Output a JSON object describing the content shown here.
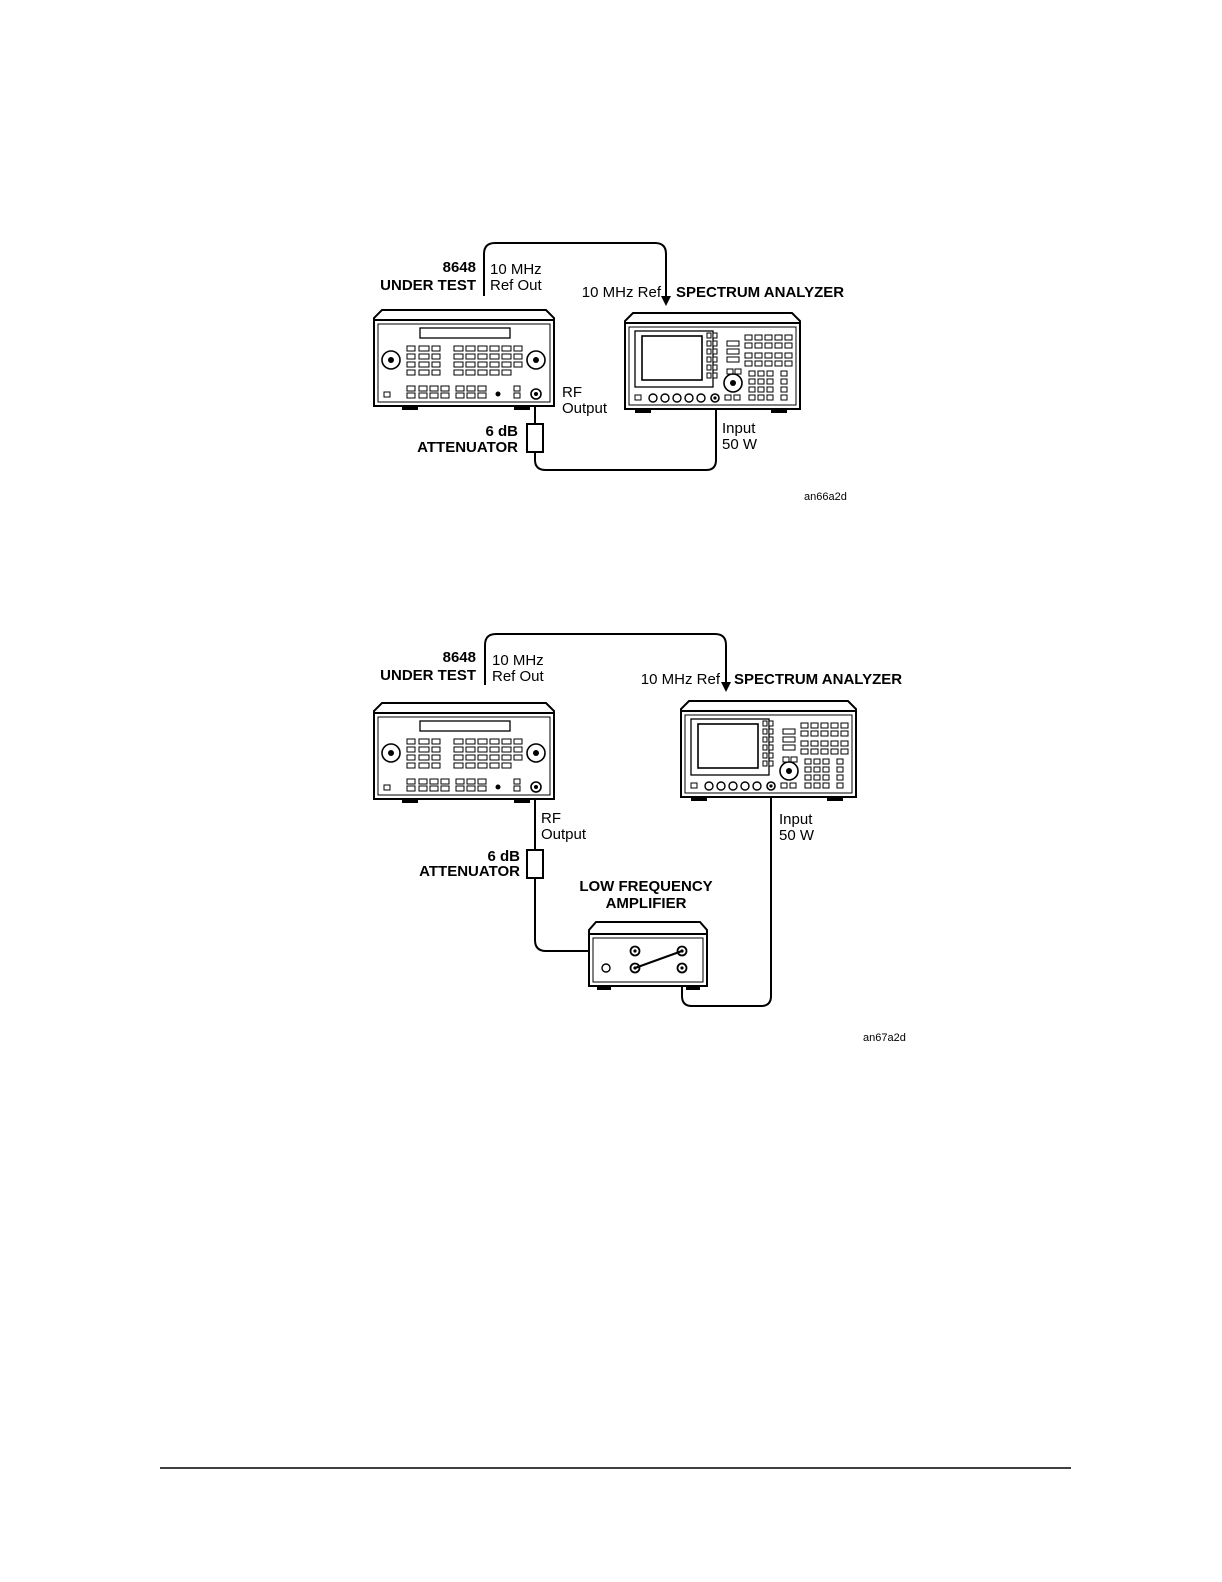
{
  "diagrams": [
    {
      "dut_model": "8648",
      "dut_label": "UNDER TEST",
      "ref_out_line1": "10 MHz",
      "ref_out_line2": "Ref Out",
      "ref_in_label": "10 MHz Ref",
      "analyzer_label": "SPECTRUM ANALYZER",
      "rf_output_line1": "RF",
      "rf_output_line2": "Output",
      "attenuator_line1": "6 dB",
      "attenuator_line2": "ATTENUATOR",
      "input_line1": "Input",
      "input_line2": "50 W",
      "figure_id": "an66a2d"
    },
    {
      "dut_model": "8648",
      "dut_label": "UNDER TEST",
      "ref_out_line1": "10 MHz",
      "ref_out_line2": "Ref Out",
      "ref_in_label": "10 MHz Ref",
      "analyzer_label": "SPECTRUM ANALYZER",
      "rf_output_line1": "RF",
      "rf_output_line2": "Output",
      "attenuator_line1": "6 dB",
      "attenuator_line2": "ATTENUATOR",
      "amplifier_line1": "LOW FREQUENCY",
      "amplifier_line2": "AMPLIFIER",
      "input_line1": "Input",
      "input_line2": "50 W",
      "figure_id": "an67a2d"
    }
  ]
}
